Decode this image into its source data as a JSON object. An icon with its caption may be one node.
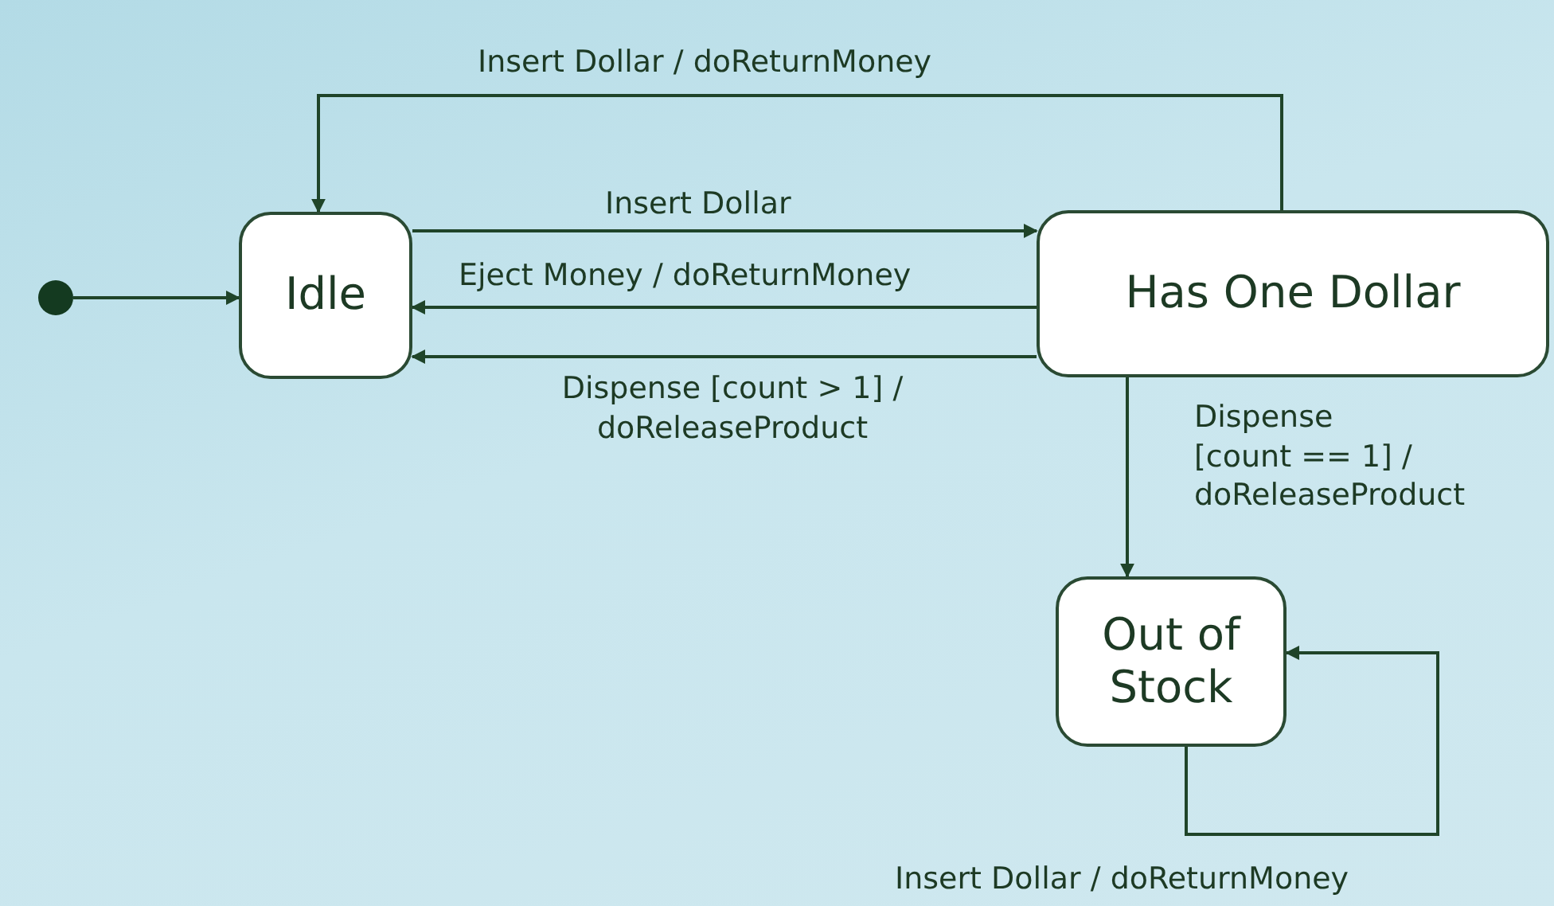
{
  "diagram": {
    "nodes": [
      {
        "text": [],
        "shape": "circle"
      },
      {
        "text": [
          "Idle"
        ]
      },
      {
        "text": [
          "Has One Dollar"
        ]
      },
      {
        "text": [
          "Out of Stock"
        ]
      }
    ],
    "edges": [
      {
        "from": 0,
        "to": 1,
        "arrow": "to"
      },
      {
        "from": 2,
        "to": 1,
        "arrow": "to",
        "label": "Insert Dollar / doReturnMoney"
      },
      {
        "from": 1,
        "to": 2,
        "arrow": "to",
        "label": "Insert Dollar"
      },
      {
        "from": 2,
        "to": 1,
        "arrow": "to",
        "label": "Eject Money / doReturnMoney"
      },
      {
        "from": 2,
        "to": 1,
        "arrow": "to",
        "label": "Dispense [count > 1] / doReleaseProduct"
      },
      {
        "from": 2,
        "to": 3,
        "arrow": "to",
        "label": "Dispense [count == 1] / doReleaseProduct"
      },
      {
        "from": 3,
        "to": 3,
        "arrow": "to",
        "label": "Insert Dollar / doReturnMoney"
      }
    ]
  }
}
